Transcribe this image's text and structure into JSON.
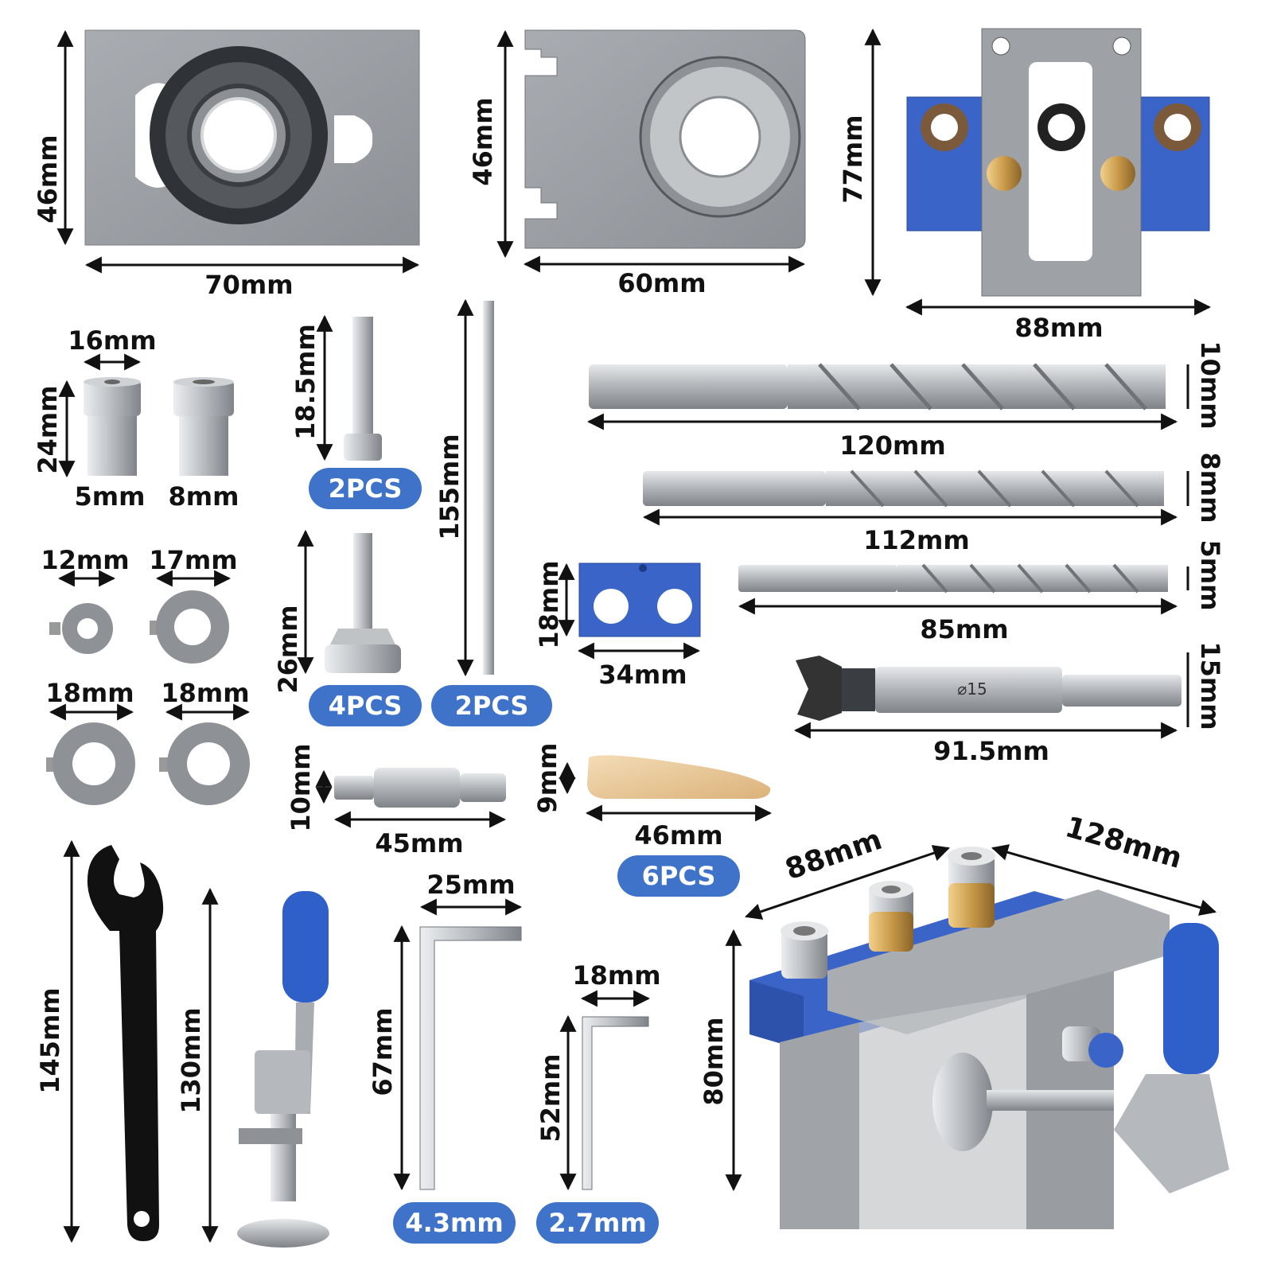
{
  "labels": {
    "plate1_height": "46mm",
    "plate1_width": "70mm",
    "plate2_height": "46mm",
    "plate2_width": "60mm",
    "guide_height": "77mm",
    "guide_width": "88mm",
    "bushing_width": "16mm",
    "bushing_height": "24mm",
    "bushing_a": "5mm",
    "bushing_b": "8mm",
    "screw_height": "18.5mm",
    "rod_length": "155mm",
    "thumb_screw_height": "26mm",
    "collar_a": "12mm",
    "collar_b": "17mm",
    "collar_c": "18mm",
    "collar_d": "18mm",
    "drill1_dia": "10mm",
    "drill1_len": "120mm",
    "drill2_dia": "8mm",
    "drill2_len": "112mm",
    "drill3_dia": "5mm",
    "drill3_len": "85mm",
    "forstner_dia": "15mm",
    "forstner_len": "91.5mm",
    "forstner_engraving": "⌀15",
    "block_height": "18mm",
    "block_width": "34mm",
    "pin_dia": "10mm",
    "pin_len": "45mm",
    "dowel_height": "9mm",
    "dowel_len": "46mm",
    "wrench_len": "145mm",
    "clamp_len": "130mm",
    "hex_large_width": "25mm",
    "hex_large_height": "67mm",
    "hex_small_width": "18mm",
    "hex_small_height": "52mm",
    "jig_width": "88mm",
    "jig_length": "128mm",
    "jig_height": "80mm"
  },
  "badges": {
    "screw_qty": "2PCS",
    "thumb_screw_qty": "4PCS",
    "rod_qty": "2PCS",
    "dowel_qty": "6PCS",
    "hex_large_size": "4.3mm",
    "hex_small_size": "2.7mm"
  },
  "colors": {
    "accent_blue": "#3f73c9",
    "anodized_blue": "#3b64c9",
    "steel": "#9a9ea3",
    "dark_steel": "#6a6e72",
    "brass": "#c99a4a",
    "wood": "#e8c79a",
    "black": "#111111"
  }
}
